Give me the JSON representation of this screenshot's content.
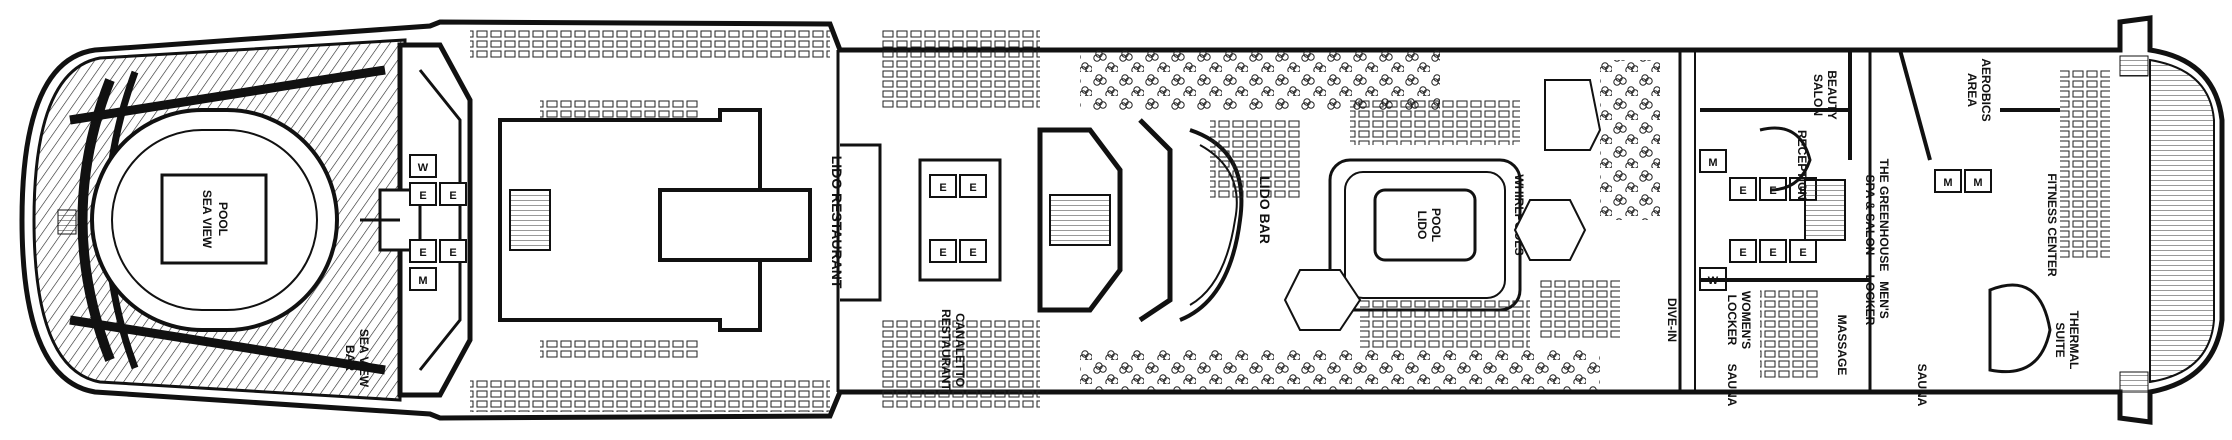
{
  "deck_plan": {
    "labels": {
      "sea_view_pool_aft": [
        "SEA VIEW",
        "POOL"
      ],
      "sea_view_bar": [
        "SEA VIEW",
        "BAR"
      ],
      "lido_restaurant": "LIDO RESTAURANT",
      "canaletto_restaurant": [
        "CANALETTO",
        "RESTAURANT"
      ],
      "lido_bar": "LIDO BAR",
      "lido_pool": [
        "LIDO",
        "POOL"
      ],
      "whirlpools": "WHIRLPOOLS",
      "dive_in": "DIVE-IN",
      "reception": "RECEPTION",
      "beauty_salon": [
        "BEAUTY",
        "SALON"
      ],
      "greenhouse_spa": [
        "THE GREENHOUSE",
        "SPA & SALON"
      ],
      "womens_locker": [
        "WOMEN'S",
        "LOCKER"
      ],
      "mens_locker": [
        "MEN'S",
        "LOCKER"
      ],
      "massage": "MASSAGE",
      "sauna": "SAUNA",
      "aerobics_area": [
        "AEROBICS",
        "AREA"
      ],
      "fitness_center": "FITNESS CENTER",
      "thermal_suite": [
        "THERMAL",
        "SUITE"
      ]
    },
    "restroom_symbols": {
      "women": "W",
      "men": "M",
      "elevator": "E"
    }
  }
}
